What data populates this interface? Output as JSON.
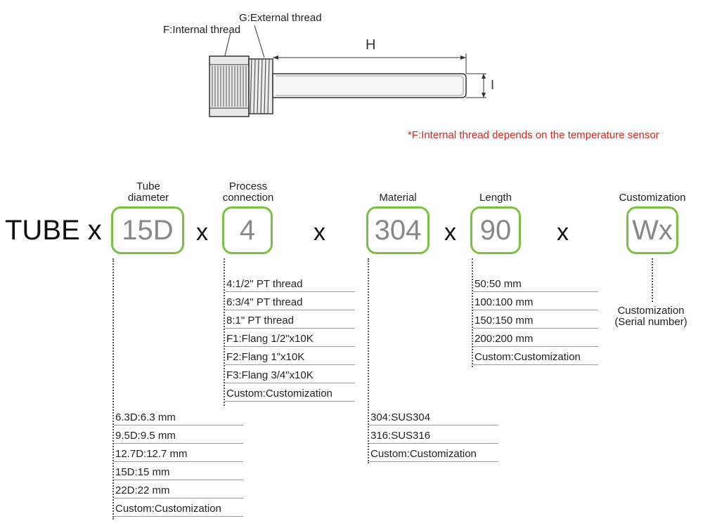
{
  "drawing": {
    "internal_thread_label": "F:Internal thread",
    "external_thread_label": "G:External thread",
    "length_symbol": "H",
    "diameter_symbol": "I",
    "note": "*F:Internal thread depends on the temperature sensor"
  },
  "code": {
    "prefix": "TUBE x",
    "separator": "x",
    "segments": [
      {
        "label": "Tube\ndiameter",
        "value": "15D",
        "options": [
          "6.3D:6.3 mm",
          "9.5D:9.5 mm",
          "12.7D:12.7 mm",
          "15D:15 mm",
          "22D:22 mm",
          "Custom:Customization"
        ]
      },
      {
        "label": "Process\nconnection",
        "value": "4",
        "options": [
          "4:1/2\" PT thread",
          "6:3/4\" PT thread",
          "8:1\" PT thread",
          "F1:Flang 1/2\"x10K",
          "F2:Flang 1\"x10K",
          "F3:Flang 3/4\"x10K",
          "Custom:Customization"
        ]
      },
      {
        "label": "Material",
        "value": "304",
        "options": [
          "304:SUS304",
          "316:SUS316",
          "Custom:Customization"
        ]
      },
      {
        "label": "Length",
        "value": "90",
        "options": [
          "50:50 mm",
          "100:100 mm",
          "150:150 mm",
          "200:200 mm",
          "Custom:Customization"
        ]
      },
      {
        "label": "Customization",
        "value": "Wx",
        "note": "Customization\n(Serial number)"
      }
    ]
  },
  "colors": {
    "accent": "#7ac142",
    "note": "#e2231a",
    "placeholder": "#888888"
  }
}
